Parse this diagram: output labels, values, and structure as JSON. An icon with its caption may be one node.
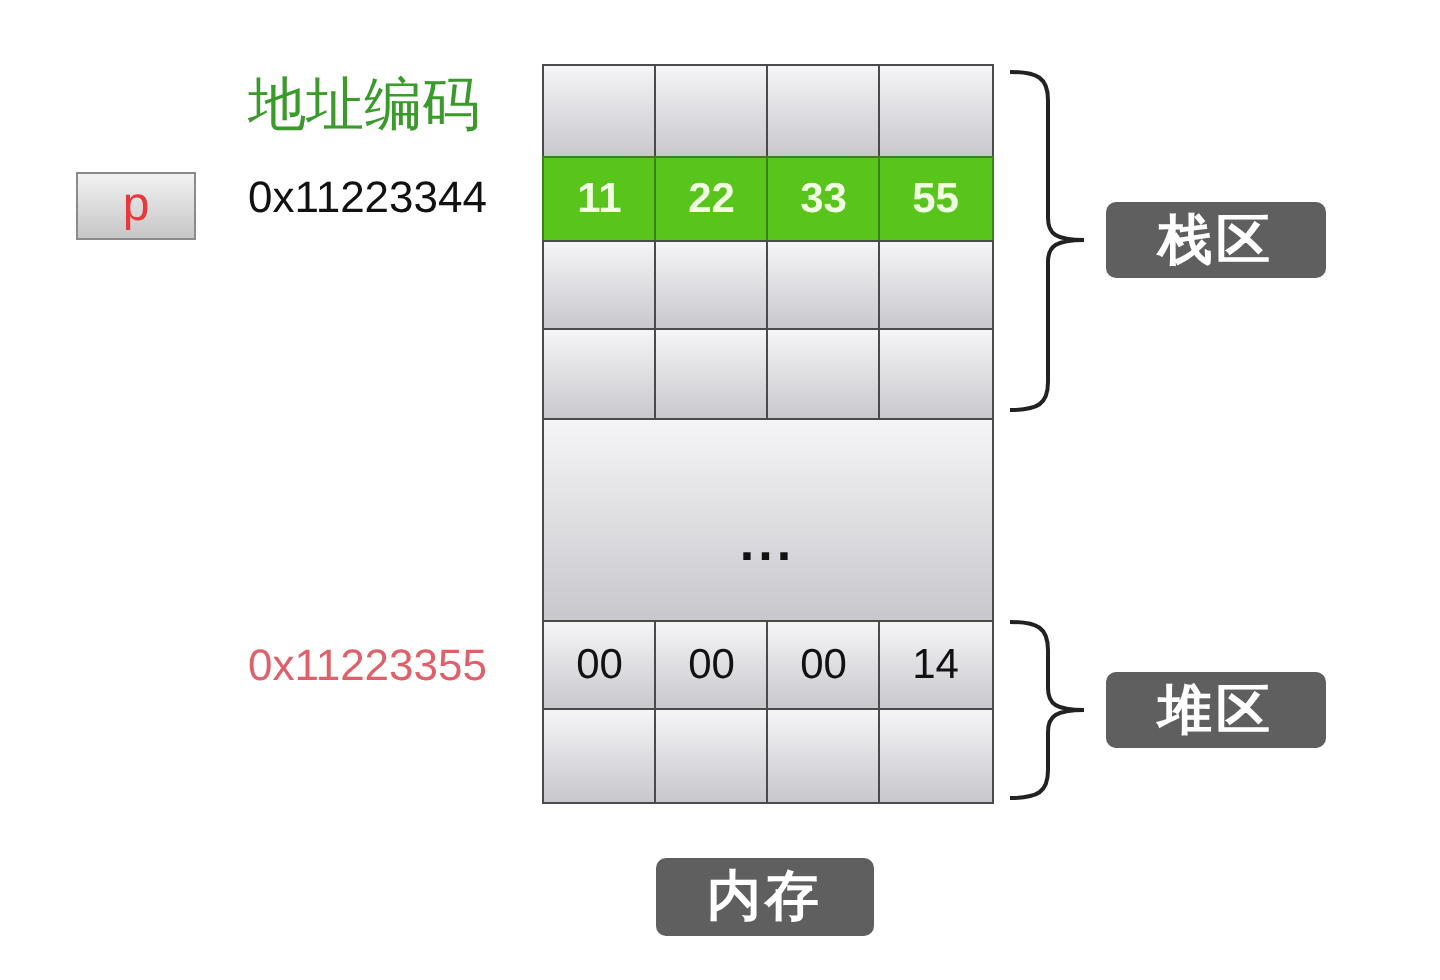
{
  "diagram": {
    "nodes": [
      {
        "text": [
          "p"
        ]
      },
      {
        "text": [],
        "shape": "box"
      },
      {
        "text": [],
        "shape": "box"
      },
      {
        "text": [],
        "shape": "box"
      },
      {
        "text": [],
        "shape": "box"
      },
      {
        "text": [
          "11"
        ]
      },
      {
        "text": [
          "22"
        ]
      },
      {
        "text": [
          "33"
        ]
      },
      {
        "text": [
          "55"
        ]
      },
      {
        "text": [],
        "shape": "box"
      },
      {
        "text": [],
        "shape": "box"
      },
      {
        "text": [],
        "shape": "box"
      },
      {
        "text": [],
        "shape": "box"
      },
      {
        "text": [],
        "shape": "box"
      },
      {
        "text": [],
        "shape": "box"
      },
      {
        "text": [],
        "shape": "box"
      },
      {
        "text": [],
        "shape": "box"
      },
      {
        "text": [
          "..."
        ]
      },
      {
        "text": [
          "00"
        ]
      },
      {
        "text": [
          "00"
        ]
      },
      {
        "text": [
          "00"
        ]
      },
      {
        "text": [
          "14"
        ]
      },
      {
        "text": [],
        "shape": "box"
      },
      {
        "text": [],
        "shape": "box"
      },
      {
        "text": [],
        "shape": "box"
      },
      {
        "text": [],
        "shape": "box"
      },
      {
        "text": [
          "栈区"
        ]
      },
      {
        "text": [
          "堆区"
        ]
      },
      {
        "text": [
          "内存"
        ]
      }
    ],
    "labels": [
      "地址编码",
      "0x11223344",
      "0x11223355"
    ]
  }
}
